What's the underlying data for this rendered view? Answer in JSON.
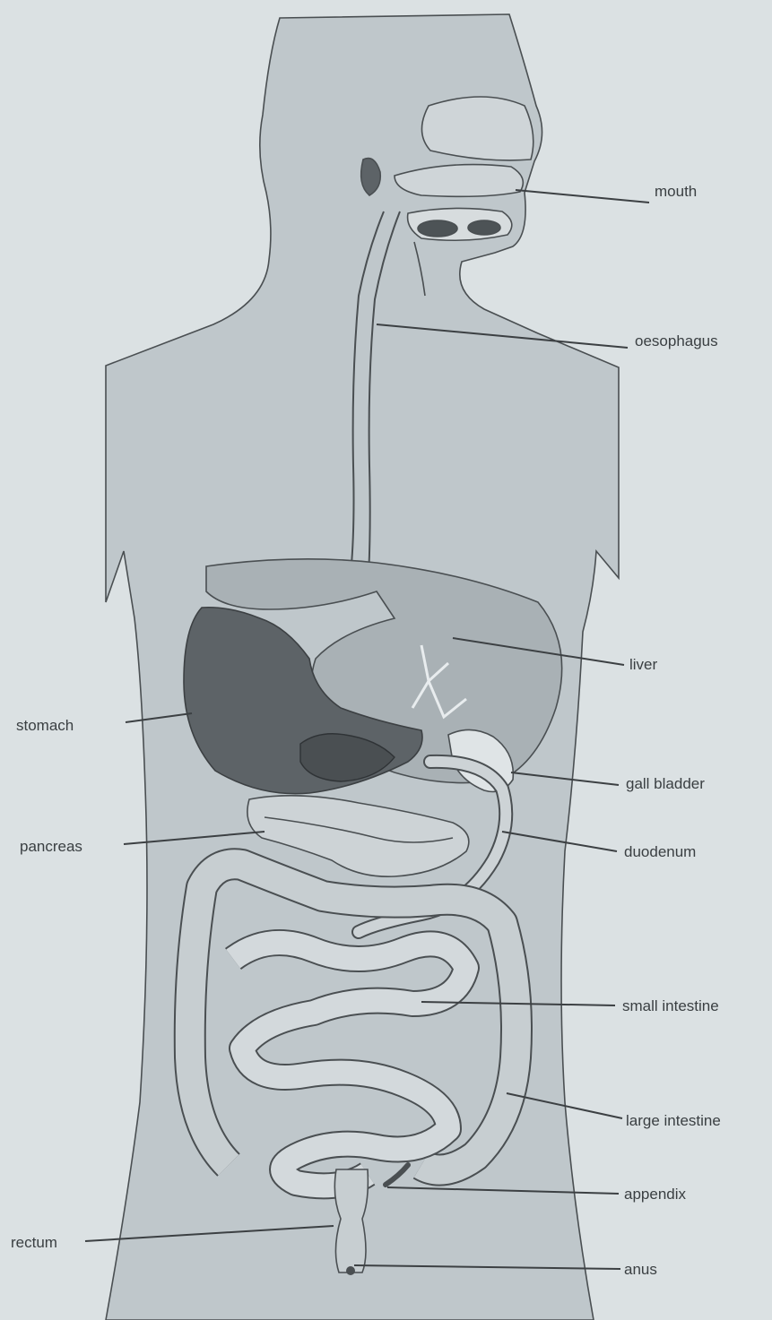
{
  "colors": {
    "background": "#dbe1e3",
    "body": "#bfc7cb",
    "outline": "#4a4f52",
    "stomach": "#5d6367",
    "liver": "#a9b1b5",
    "intestine": "#c7ced1",
    "label": "#3a3f42"
  },
  "labels": {
    "mouth": "mouth",
    "oesophagus": "oesophagus",
    "liver": "liver",
    "stomach": "stomach",
    "gall_bladder": "gall bladder",
    "pancreas": "pancreas",
    "duodenum": "duodenum",
    "small_intestine": "small intestine",
    "large_intestine": "large intestine",
    "appendix": "appendix",
    "rectum": "rectum",
    "anus": "anus"
  }
}
